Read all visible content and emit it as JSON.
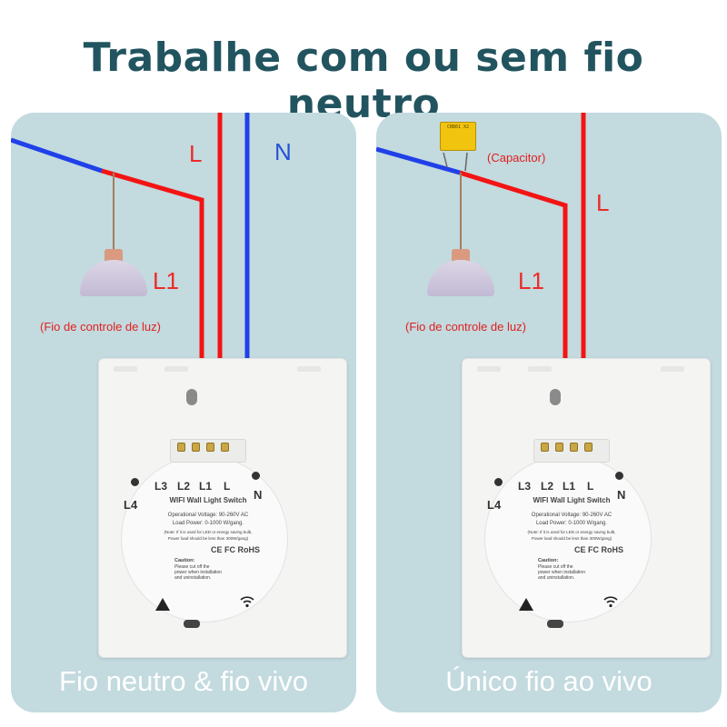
{
  "title": "Trabalhe com ou sem fio neutro",
  "colors": {
    "title": "#21545f",
    "panel": "#c3dadf",
    "live_wire": "#f31414",
    "neutral_wire": "#2040e8",
    "label_red": "#ee2a2a",
    "label_blue": "#2452d6"
  },
  "left_panel": {
    "caption": "Fio neutro & fio vivo",
    "wire_labels": {
      "live": "L",
      "neutral": "N",
      "load": "L1"
    },
    "lamp_label": "(Fio de controle de luz)",
    "icon": "pendant-lamp-icon"
  },
  "right_panel": {
    "caption": "Único fio ao vivo",
    "wire_labels": {
      "live": "L",
      "load": "L1"
    },
    "capacitor_label": "(Capacitor)",
    "capacitor_print": "CBB61 X2",
    "lamp_label": "(Fio de controle de luz)",
    "icon": "capacitor-icon"
  },
  "switch": {
    "terminals": [
      "L3",
      "L2",
      "L1",
      "L"
    ],
    "side_left": "L4",
    "side_right": "N",
    "model": "WIFI Wall Light Switch",
    "spec_voltage": "Operational Voltage: 90-260V AC",
    "spec_power": "Load Power: 0-1000 W/gang.",
    "spec_note_1": "(Note: If it is used for LED or energy saving bulb,",
    "spec_note_2": "Power load should be less than 300W/gang)",
    "cert": "CE FC RoHS",
    "caution_title": "Caution:",
    "caution_text_1": "Please cut off the",
    "caution_text_2": "power when installation",
    "caution_text_3": "and uninstallation."
  }
}
